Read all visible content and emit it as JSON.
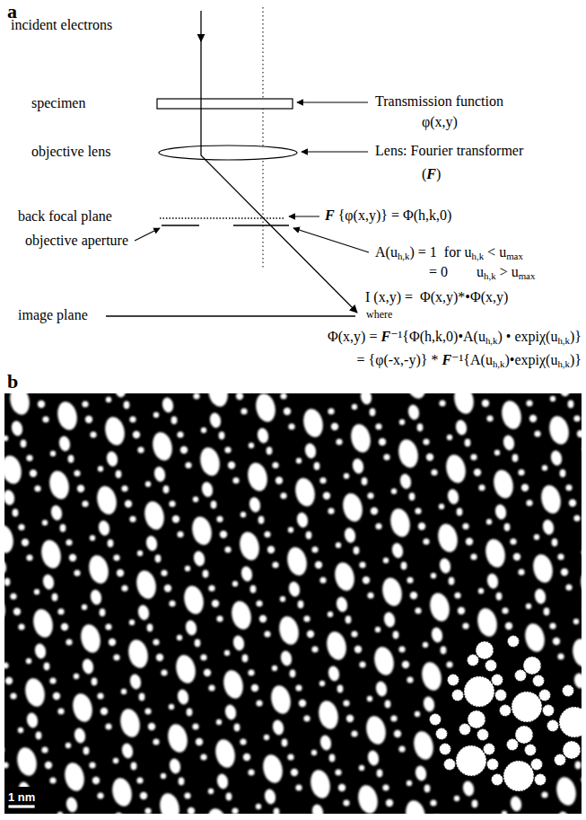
{
  "diagram": {
    "labels": [
      "a",
      "incident electrons",
      "specimen",
      "Transmission function",
      "φ(x,y)",
      "objective lens",
      "Lens: Fourier transformer",
      "(F)",
      "back focal plane",
      "F {φ(x,y)} = Φ(h,k,0)",
      "objective aperture",
      "A(uh,k) = 1  for uh,k < umax",
      "= 0        uh,k > umax",
      "image plane",
      "I (x,y) =  Φ(x,y)*•Φ(x,y)",
      "where",
      "Φ(x,y) = F⁻¹{Φ(h,k,0)•A(uh,k) • expiχ(uh,k)}",
      "= {φ(-x,-y)} * F⁻¹{A(uh,k)•expiχ(uh,k)}",
      "b",
      "1 nm"
    ]
  }
}
